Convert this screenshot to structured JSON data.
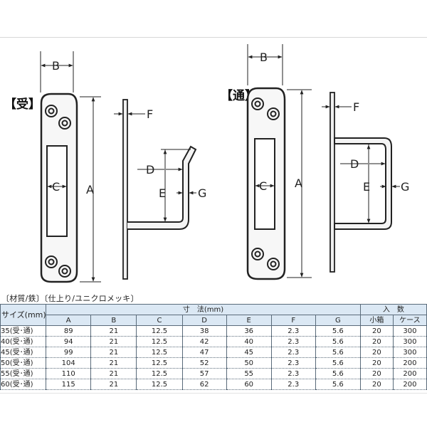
{
  "drawings": {
    "left": {
      "label": "【受】",
      "dims": {
        "a": "A",
        "b": "B",
        "c": "C",
        "d": "D",
        "e": "E",
        "f": "F",
        "g": "G"
      }
    },
    "right": {
      "label": "【通】",
      "dims": {
        "a": "A",
        "b": "B",
        "c": "C",
        "d": "D",
        "e": "E",
        "f": "F",
        "g": "G"
      }
    }
  },
  "material_note": "〔材質/鉄〕〔仕上り/ユニクロメッキ〕",
  "table": {
    "size_header": "サイズ(mm)",
    "dims_header": "寸　法(mm)",
    "qty_header": "入　数",
    "dim_columns": [
      "A",
      "B",
      "C",
      "D",
      "E",
      "F",
      "G"
    ],
    "qty_columns": [
      "小箱",
      "ケース"
    ],
    "rows": [
      {
        "size": "35(受･通)",
        "A": "89",
        "B": "21",
        "C": "12.5",
        "D": "38",
        "E": "36",
        "F": "2.3",
        "G": "5.6",
        "box": "20",
        "case": "300"
      },
      {
        "size": "40(受･通)",
        "A": "94",
        "B": "21",
        "C": "12.5",
        "D": "42",
        "E": "40",
        "F": "2.3",
        "G": "5.6",
        "box": "20",
        "case": "300"
      },
      {
        "size": "45(受･通)",
        "A": "99",
        "B": "21",
        "C": "12.5",
        "D": "47",
        "E": "45",
        "F": "2.3",
        "G": "5.6",
        "box": "20",
        "case": "300"
      },
      {
        "size": "50(受･通)",
        "A": "104",
        "B": "21",
        "C": "12.5",
        "D": "52",
        "E": "50",
        "F": "2.3",
        "G": "5.6",
        "box": "20",
        "case": "200"
      },
      {
        "size": "55(受･通)",
        "A": "110",
        "B": "21",
        "C": "12.5",
        "D": "57",
        "E": "55",
        "F": "2.3",
        "G": "5.6",
        "box": "20",
        "case": "200"
      },
      {
        "size": "60(受･通)",
        "A": "115",
        "B": "21",
        "C": "12.5",
        "D": "62",
        "E": "60",
        "F": "2.3",
        "G": "5.6",
        "box": "20",
        "case": "200"
      }
    ]
  }
}
